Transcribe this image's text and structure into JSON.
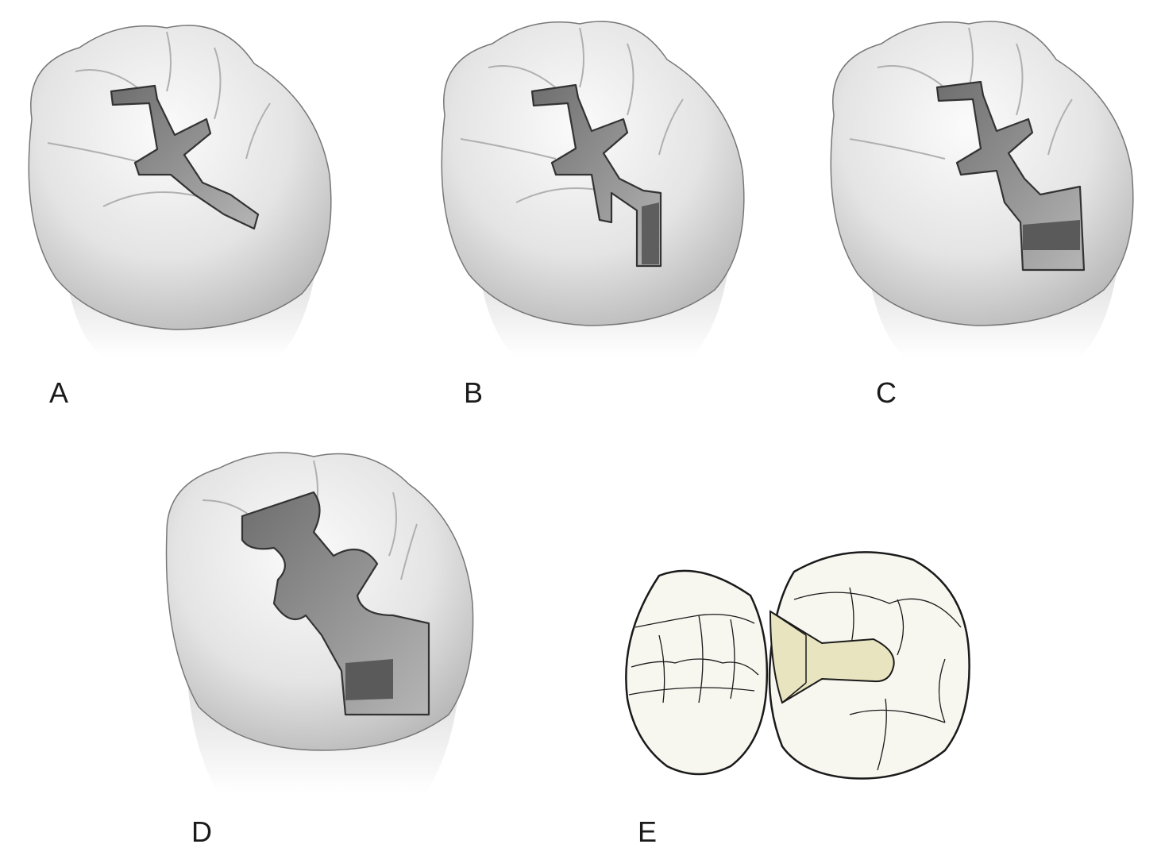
{
  "panels": [
    {
      "id": "A",
      "label": "A"
    },
    {
      "id": "B",
      "label": "B"
    },
    {
      "id": "C",
      "label": "C"
    },
    {
      "id": "D",
      "label": "D"
    },
    {
      "id": "E",
      "label": "E"
    }
  ],
  "colors": {
    "tooth_fill": "#f0f0f0",
    "tooth_shadow": "#c8c8c8",
    "outline": "#3a3a3a",
    "cavity": "#8a8a8a",
    "schematic_fill": "#f7f6ef",
    "prep_fill": "#e8e4c0"
  }
}
